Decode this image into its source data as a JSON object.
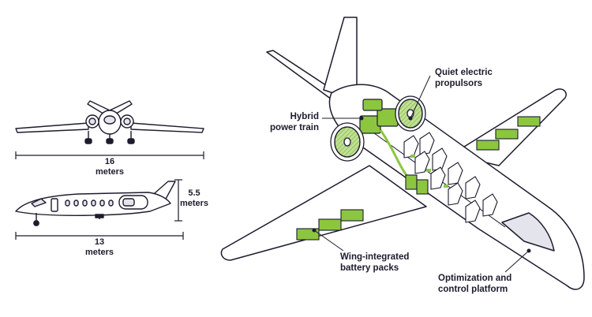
{
  "colors": {
    "accent": "#8cc63f",
    "accent_dark": "#5f8f24",
    "ink": "#1c1c2e",
    "fill": "#ffffff",
    "shade": "#e4e4ec"
  },
  "dimensions": {
    "wingspan": {
      "value": "16",
      "unit": "meters"
    },
    "height": {
      "value": "5.5",
      "unit": "meters"
    },
    "length": {
      "value": "13",
      "unit": "meters"
    }
  },
  "callouts": {
    "propulsors": {
      "line1": "Quiet electric",
      "line2": "propulsors"
    },
    "power_train": {
      "line1": "Hybrid",
      "line2": "power train"
    },
    "battery": {
      "line1": "Wing-integrated",
      "line2": "battery packs"
    },
    "platform": {
      "line1": "Optimization and",
      "line2": "control platform"
    }
  }
}
